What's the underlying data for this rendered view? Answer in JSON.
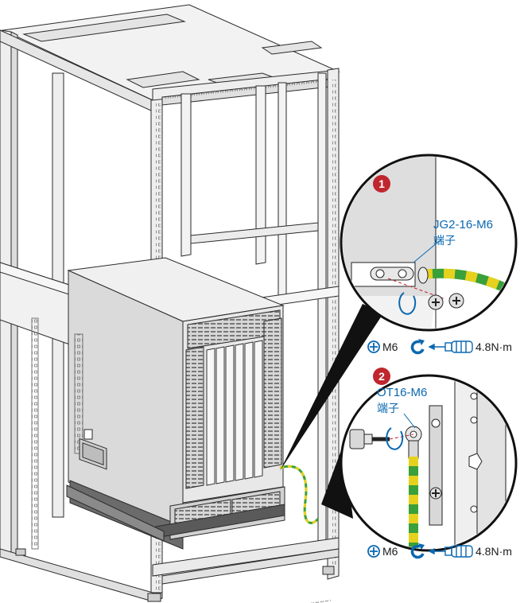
{
  "callout1": {
    "step": "1",
    "terminal_model": "JG2-16-M6",
    "terminal_word": "端子",
    "screw": "M6",
    "torque": "4.8N·m"
  },
  "callout2": {
    "step": "2",
    "terminal_model": "OT16-M6",
    "terminal_word": "端子",
    "screw": "M6",
    "torque": "4.8N·m"
  },
  "colors": {
    "accent": "#0a68b0",
    "step_badge": "#c0262d",
    "ground_green": "#3aa03a",
    "ground_yellow": "#e6d21e"
  },
  "icons": [
    "phillips-screw-icon",
    "clockwise-arrow-icon",
    "torque-screwdriver-icon"
  ]
}
